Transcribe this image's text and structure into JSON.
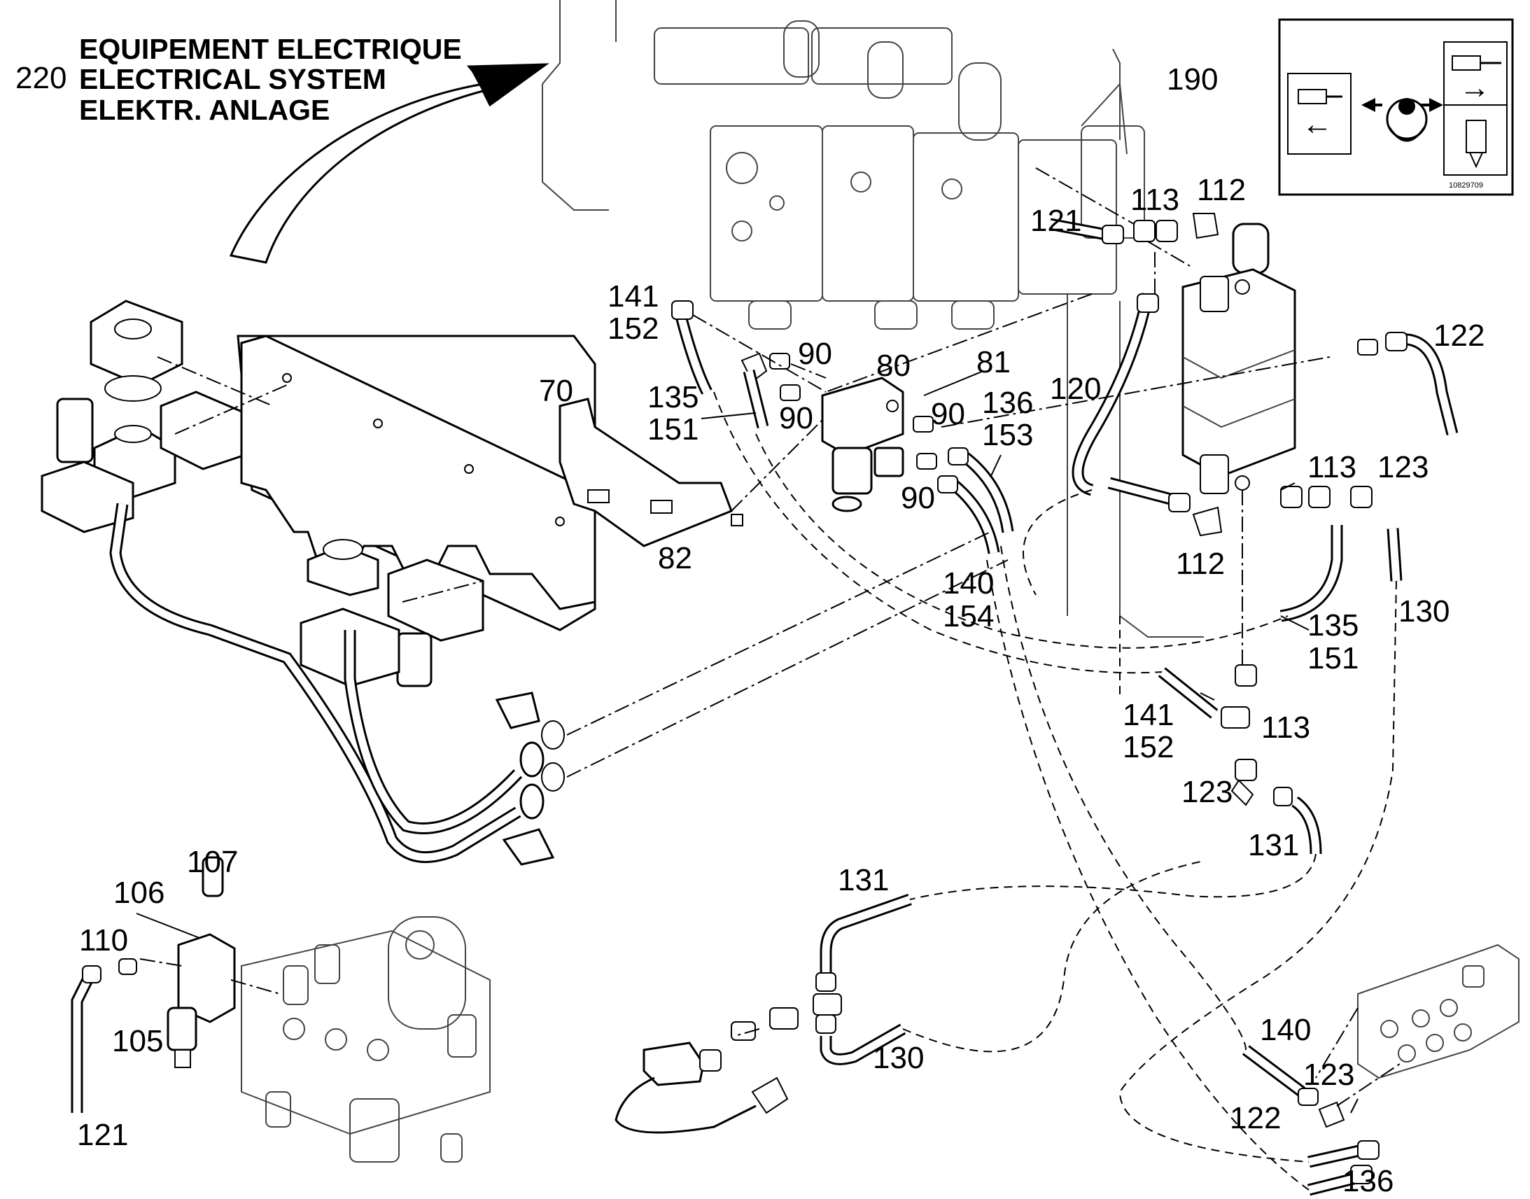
{
  "title": {
    "callout": "220",
    "line1": "EQUIPEMENT ELECTRIQUE",
    "line2": "ELECTRICAL SYSTEM",
    "line3": "ELEKTR. ANLAGE"
  },
  "instruction_panel": {
    "callout": "190",
    "ref_number": "10829709",
    "left_arrow": "←",
    "right_arrow": "→"
  },
  "callouts": {
    "c70": "70",
    "c80": "80",
    "c81": "81",
    "c82": "82",
    "c90a": "90",
    "c90b": "90",
    "c90c": "90",
    "c90d": "90",
    "c105": "105",
    "c106": "106",
    "c107": "107",
    "c110": "110",
    "c112a": "112",
    "c112b": "112",
    "c113a": "113",
    "c113b": "113",
    "c113c": "113",
    "c120": "120",
    "c121a": "121",
    "c121b": "121",
    "c122a": "122",
    "c122b": "122",
    "c123a": "123",
    "c123b": "123",
    "c123c": "123",
    "c130a": "130",
    "c130b": "130",
    "c131a": "131",
    "c131b": "131",
    "c135a": "135",
    "c151a": "151",
    "c135b": "135",
    "c151b": "151",
    "c136a": "136",
    "c153": "153",
    "c136b": "136",
    "c140a": "140",
    "c154": "154",
    "c140b": "140",
    "c141a": "141",
    "c152a": "152",
    "c141b": "141",
    "c152b": "152"
  }
}
